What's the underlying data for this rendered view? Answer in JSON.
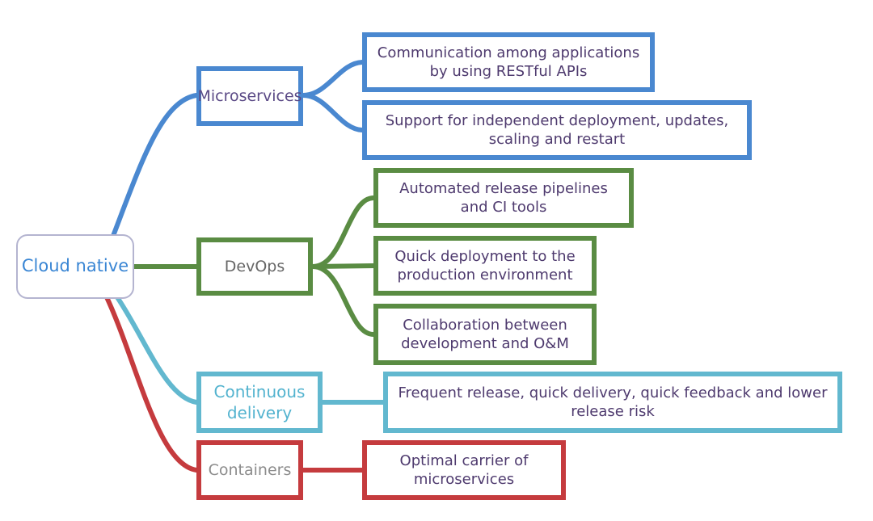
{
  "diagram": {
    "root": {
      "label": "Cloud native",
      "text_color": "#3a86d4"
    },
    "branches": [
      {
        "key": "microservices",
        "label": "Microservices",
        "color": "#4a88d0",
        "text_color": "#5b4a86",
        "leaves": [
          "Communication among applications by using RESTful APIs",
          "Support for independent deployment, updates, scaling and restart"
        ]
      },
      {
        "key": "devops",
        "label": "DevOps",
        "color": "#5a8c43",
        "text_color": "#666666",
        "leaves": [
          "Automated release pipelines and CI tools",
          "Quick deployment to the production environment",
          "Collaboration between development and O&M"
        ]
      },
      {
        "key": "continuous-delivery",
        "label": "Continuous delivery",
        "color": "#62b8cf",
        "text_color": "#53b3cf",
        "leaves": [
          "Frequent release, quick delivery, quick feedback and lower release risk"
        ]
      },
      {
        "key": "containers",
        "label": "Containers",
        "color": "#c53b3e",
        "text_color": "#8c8c8c",
        "leaves": [
          "Optimal carrier of microservices"
        ]
      }
    ]
  }
}
